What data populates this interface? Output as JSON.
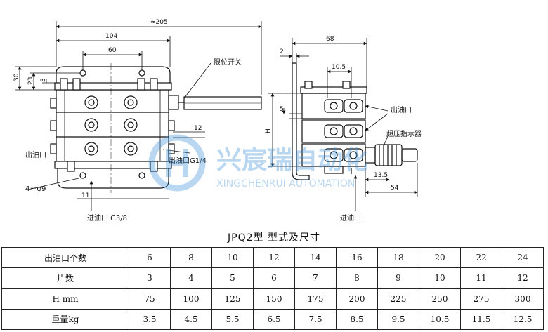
{
  "drawing": {
    "front": {
      "dim_total": "≈205",
      "dim_104": "104",
      "dim_60": "60",
      "dim_30": "30",
      "dim_23": "23",
      "dim_3": "3",
      "dim_12": "12",
      "dim_11": "11",
      "label_limit_switch": "限位开关",
      "label_outlet_left": "出油口",
      "label_outlet_g": "出油口G1/4",
      "label_holes": "4－φ9",
      "label_inlet": "进油口 G3/8"
    },
    "side": {
      "dim_68": "68",
      "dim_2": "2",
      "dim_10_5": "10.5",
      "dim_5": "5",
      "dim_H": "H",
      "dim_13_5": "13.5",
      "dim_54": "54",
      "label_outlet": "出油口",
      "label_overpressure": "超压指示器",
      "label_inlet": "进油口"
    },
    "watermark": {
      "cn": "兴宸瑞自动化",
      "en": "XINGCHENRUI AUTOMATION"
    }
  },
  "caption": "JPQ2型  型式及尺寸",
  "table": {
    "rows": [
      {
        "label": "出油口个数",
        "values": [
          "6",
          "8",
          "10",
          "12",
          "14",
          "16",
          "18",
          "20",
          "22",
          "24"
        ]
      },
      {
        "label": "片数",
        "values": [
          "3",
          "4",
          "5",
          "6",
          "7",
          "8",
          "9",
          "10",
          "11",
          "12"
        ]
      },
      {
        "label": "H mm",
        "values": [
          "75",
          "100",
          "125",
          "150",
          "175",
          "200",
          "225",
          "250",
          "275",
          "300"
        ]
      },
      {
        "label": "重量kg",
        "values": [
          "3.5",
          "4.5",
          "5.5",
          "6.5",
          "7.5",
          "8.5",
          "9.5",
          "10.5",
          "11.5",
          "12.5"
        ]
      }
    ]
  }
}
